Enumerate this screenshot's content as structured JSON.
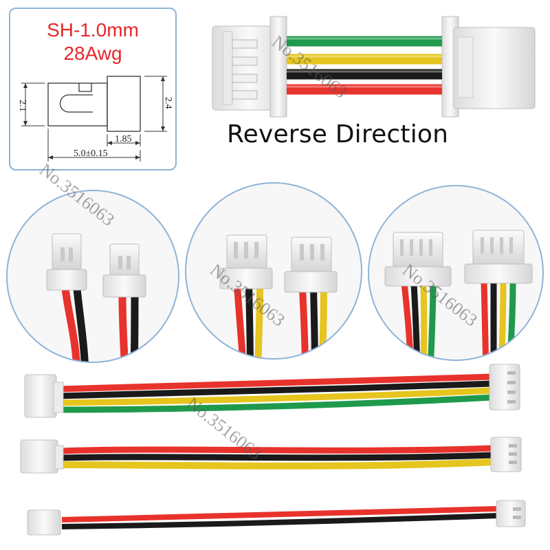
{
  "spec": {
    "title_line1": "SH-1.0mm",
    "title_line2": "28Awg",
    "dim_height_left": "2.1",
    "dim_height_right": "2.4",
    "dim_short": "1.85",
    "dim_length": "5.0±0.15"
  },
  "reverse_label": "Reverse Direction",
  "watermark": "No.3516063",
  "wire_colors": {
    "red": "#e8322c",
    "black": "#1a1a1a",
    "yellow": "#e5c51e",
    "green": "#1f9a4c"
  }
}
